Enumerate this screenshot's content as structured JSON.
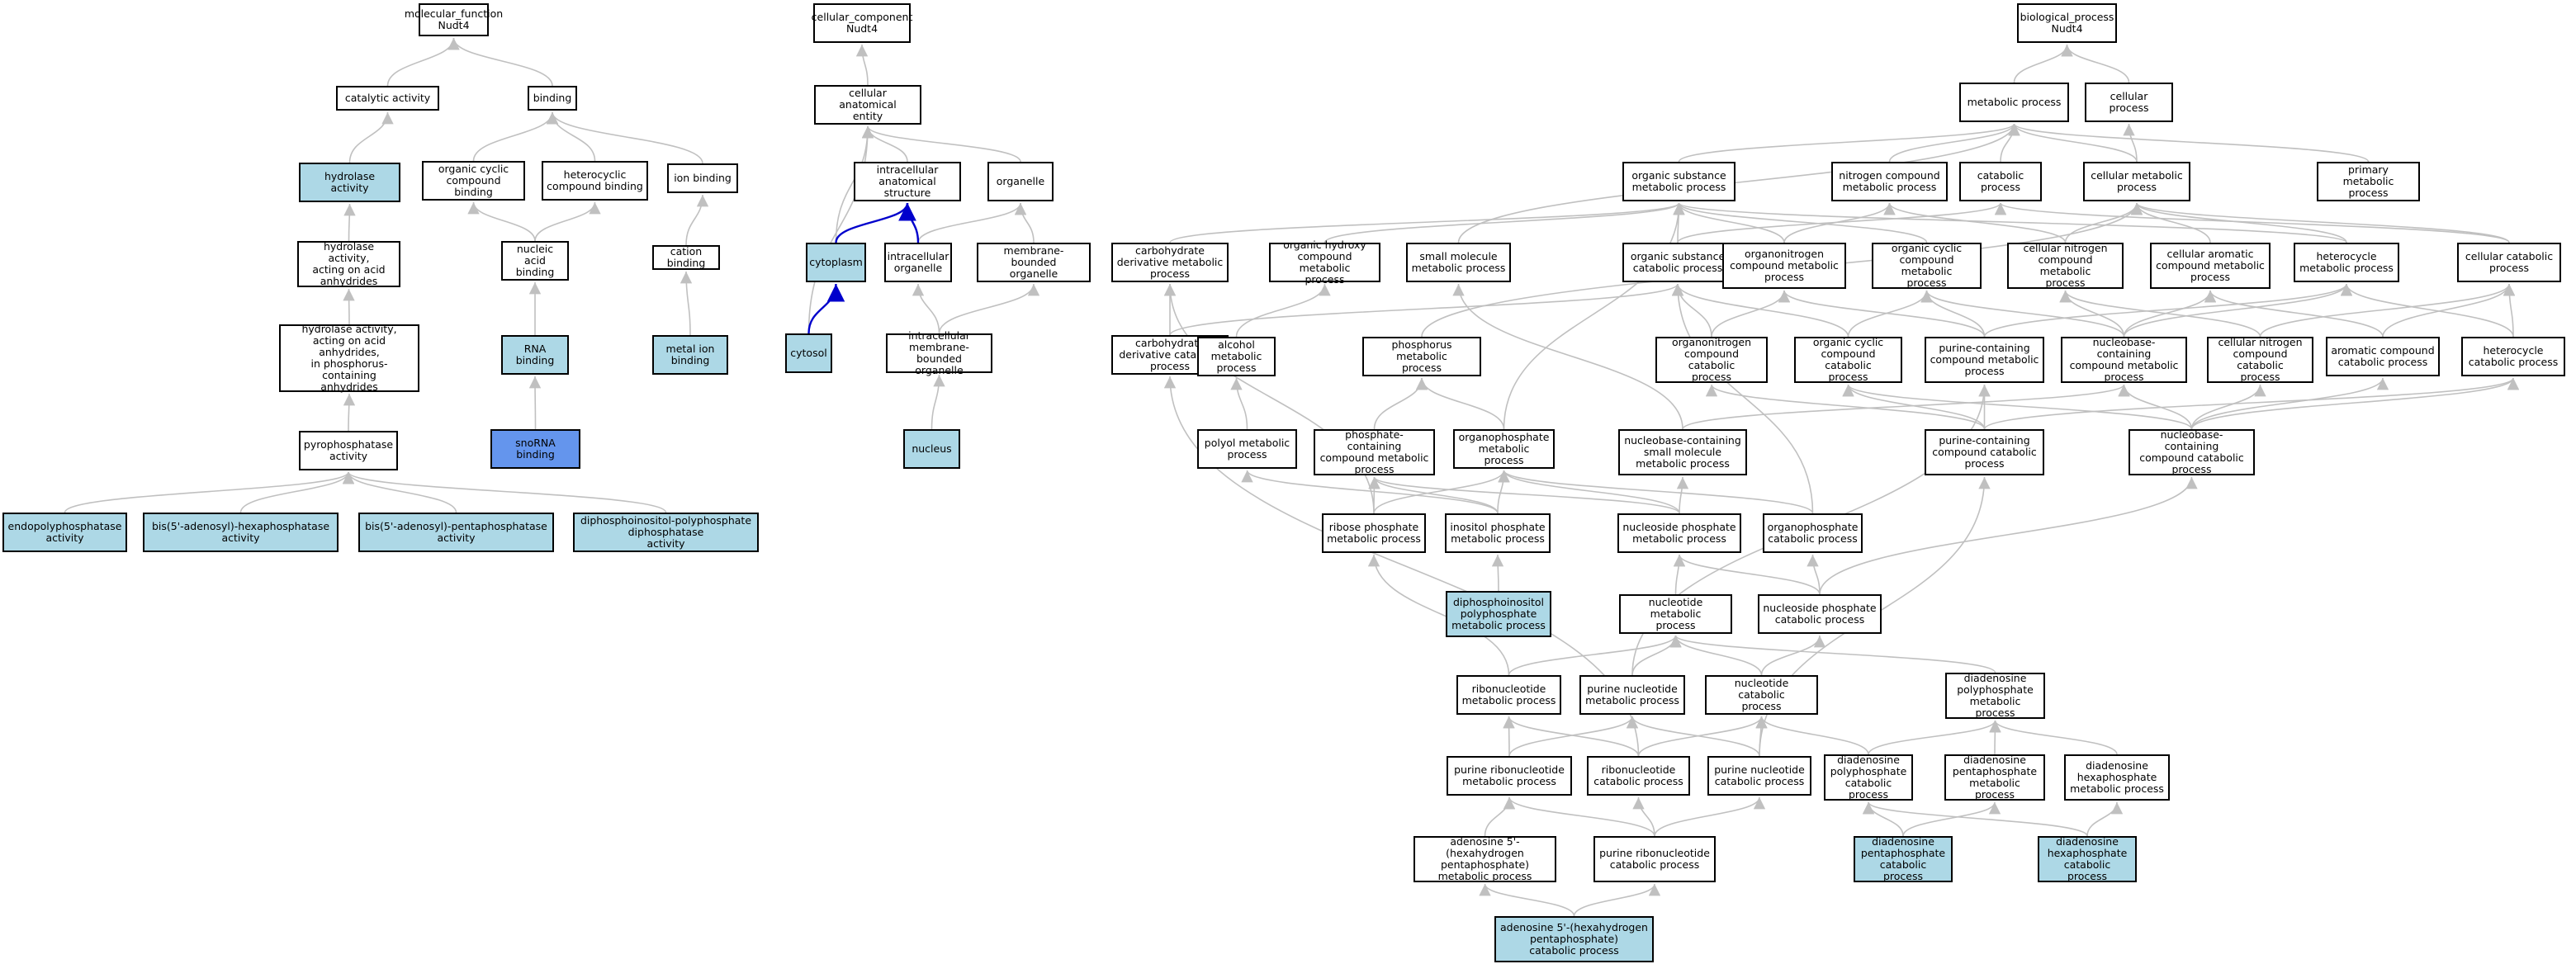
{
  "colors": {
    "annotated": "#add8e6",
    "strong": "#6495ed",
    "edge": "#c0c0c0",
    "edge_highlight": "#0000cc",
    "border": "#000000"
  },
  "nodes": [
    {
      "id": "mf",
      "label": "molecular_function\nNudt4",
      "style": "plain"
    },
    {
      "id": "catalytic",
      "label": "catalytic activity",
      "style": "plain"
    },
    {
      "id": "binding",
      "label": "binding",
      "style": "plain"
    },
    {
      "id": "hydrolase",
      "label": "hydrolase activity",
      "style": "annotated"
    },
    {
      "id": "ocbind",
      "label": "organic cyclic\ncompound binding",
      "style": "plain"
    },
    {
      "id": "hetbind",
      "label": "heterocyclic\ncompound binding",
      "style": "plain"
    },
    {
      "id": "ionbind",
      "label": "ion binding",
      "style": "plain"
    },
    {
      "id": "hydacid",
      "label": "hydrolase activity,\nacting on acid\nanhydrides",
      "style": "plain"
    },
    {
      "id": "nabind",
      "label": "nucleic acid\nbinding",
      "style": "plain"
    },
    {
      "id": "cationbind",
      "label": "cation binding",
      "style": "plain"
    },
    {
      "id": "hydphos",
      "label": "hydrolase activity,\nacting on acid\nanhydrides,\nin phosphorus-containing\nanhydrides",
      "style": "plain"
    },
    {
      "id": "rnabind",
      "label": "RNA binding",
      "style": "annotated"
    },
    {
      "id": "metalbind",
      "label": "metal ion binding",
      "style": "annotated"
    },
    {
      "id": "snorna",
      "label": "snoRNA binding",
      "style": "strong"
    },
    {
      "id": "pyro",
      "label": "pyrophosphatase\nactivity",
      "style": "plain"
    },
    {
      "id": "endopoly",
      "label": "endopolyphosphatase\nactivity",
      "style": "annotated"
    },
    {
      "id": "hexaphos",
      "label": "bis(5'-adenosyl)-hexaphosphatase\nactivity",
      "style": "annotated"
    },
    {
      "id": "pentaphos",
      "label": "bis(5'-adenosyl)-pentaphosphatase\nactivity",
      "style": "annotated"
    },
    {
      "id": "dipp",
      "label": "diphosphoinositol-polyphosphate\ndiphosphatase\nactivity",
      "style": "annotated"
    },
    {
      "id": "cc",
      "label": "cellular_component\nNudt4",
      "style": "plain"
    },
    {
      "id": "cae",
      "label": "cellular anatomical\nentity",
      "style": "plain"
    },
    {
      "id": "ias",
      "label": "intracellular\nanatomical structure",
      "style": "plain"
    },
    {
      "id": "organelle",
      "label": "organelle",
      "style": "plain"
    },
    {
      "id": "cytoplasm",
      "label": "cytoplasm",
      "style": "annotated"
    },
    {
      "id": "intorg",
      "label": "intracellular\norganelle",
      "style": "plain"
    },
    {
      "id": "mbo",
      "label": "membrane-bounded\norganelle",
      "style": "plain"
    },
    {
      "id": "cytosol",
      "label": "cytosol",
      "style": "annotated"
    },
    {
      "id": "imbo",
      "label": "intracellular\nmembrane-bounded\norganelle",
      "style": "plain"
    },
    {
      "id": "nucleus",
      "label": "nucleus",
      "style": "annotated"
    },
    {
      "id": "bp",
      "label": "biological_process\nNudt4",
      "style": "plain"
    },
    {
      "id": "metab",
      "label": "metabolic process",
      "style": "plain"
    },
    {
      "id": "cellproc",
      "label": "cellular process",
      "style": "plain"
    },
    {
      "id": "osmp",
      "label": "organic substance\nmetabolic process",
      "style": "plain"
    },
    {
      "id": "ncmp",
      "label": "nitrogen compound\nmetabolic process",
      "style": "plain"
    },
    {
      "id": "catab",
      "label": "catabolic process",
      "style": "plain"
    },
    {
      "id": "cmp",
      "label": "cellular metabolic\nprocess",
      "style": "plain"
    },
    {
      "id": "pmp",
      "label": "primary metabolic\nprocess",
      "style": "plain"
    },
    {
      "id": "cdmp",
      "label": "carbohydrate\nderivative metabolic\nprocess",
      "style": "plain"
    },
    {
      "id": "ohcmp",
      "label": "organic hydroxy\ncompound metabolic\nprocess",
      "style": "plain"
    },
    {
      "id": "smmp",
      "label": "small molecule\nmetabolic process",
      "style": "plain"
    },
    {
      "id": "oscp",
      "label": "organic substance\ncatabolic process",
      "style": "plain"
    },
    {
      "id": "onmp",
      "label": "organonitrogen\ncompound metabolic\nprocess",
      "style": "plain"
    },
    {
      "id": "occmp",
      "label": "organic cyclic\ncompound metabolic\nprocess",
      "style": "plain"
    },
    {
      "id": "cncmp",
      "label": "cellular nitrogen\ncompound metabolic\nprocess",
      "style": "plain"
    },
    {
      "id": "cacmp",
      "label": "cellular aromatic\ncompound metabolic\nprocess",
      "style": "plain"
    },
    {
      "id": "hetmp",
      "label": "heterocycle\nmetabolic process",
      "style": "plain"
    },
    {
      "id": "ccp",
      "label": "cellular catabolic\nprocess",
      "style": "plain"
    },
    {
      "id": "cdcp",
      "label": "carbohydrate\nderivative catabolic\nprocess",
      "style": "plain"
    },
    {
      "id": "almp",
      "label": "alcohol metabolic\nprocess",
      "style": "plain"
    },
    {
      "id": "phmp",
      "label": "phosphorus metabolic\nprocess",
      "style": "plain"
    },
    {
      "id": "oncp",
      "label": "organonitrogen\ncompound catabolic\nprocess",
      "style": "plain"
    },
    {
      "id": "occcp",
      "label": "organic cyclic\ncompound catabolic\nprocess",
      "style": "plain"
    },
    {
      "id": "pccmp",
      "label": "purine-containing\ncompound metabolic\nprocess",
      "style": "plain"
    },
    {
      "id": "nbcmp",
      "label": "nucleobase-containing\ncompound metabolic\nprocess",
      "style": "plain"
    },
    {
      "id": "cnccp",
      "label": "cellular nitrogen\ncompound catabolic\nprocess",
      "style": "plain"
    },
    {
      "id": "accp",
      "label": "aromatic compound\ncatabolic process",
      "style": "plain"
    },
    {
      "id": "hetcp",
      "label": "heterocycle\ncatabolic process",
      "style": "plain"
    },
    {
      "id": "polyol",
      "label": "polyol metabolic\nprocess",
      "style": "plain"
    },
    {
      "id": "phcmp",
      "label": "phosphate-containing\ncompound metabolic\nprocess",
      "style": "plain"
    },
    {
      "id": "orgphmp",
      "label": "organophosphate\nmetabolic process",
      "style": "plain"
    },
    {
      "id": "nbsmmp",
      "label": "nucleobase-containing\nsmall molecule\nmetabolic process",
      "style": "plain"
    },
    {
      "id": "pcccp",
      "label": "purine-containing\ncompound catabolic\nprocess",
      "style": "plain"
    },
    {
      "id": "nbccp",
      "label": "nucleobase-containing\ncompound catabolic\nprocess",
      "style": "plain"
    },
    {
      "id": "ribphmp",
      "label": "ribose phosphate\nmetabolic process",
      "style": "plain"
    },
    {
      "id": "inosmp",
      "label": "inositol phosphate\nmetabolic process",
      "style": "plain"
    },
    {
      "id": "nsphmp",
      "label": "nucleoside phosphate\nmetabolic process",
      "style": "plain"
    },
    {
      "id": "orgphcp",
      "label": "organophosphate\ncatabolic process",
      "style": "plain"
    },
    {
      "id": "dppimp",
      "label": "diphosphoinositol\npolyphosphate\nmetabolic process",
      "style": "annotated"
    },
    {
      "id": "nucmp",
      "label": "nucleotide metabolic\nprocess",
      "style": "plain"
    },
    {
      "id": "nsphcp",
      "label": "nucleoside phosphate\ncatabolic process",
      "style": "plain"
    },
    {
      "id": "ribnucmp",
      "label": "ribonucleotide\nmetabolic process",
      "style": "plain"
    },
    {
      "id": "purnucmp",
      "label": "purine nucleotide\nmetabolic process",
      "style": "plain"
    },
    {
      "id": "nuccp",
      "label": "nucleotide catabolic\nprocess",
      "style": "plain"
    },
    {
      "id": "dapmp",
      "label": "diadenosine\npolyphosphate\nmetabolic process",
      "style": "plain"
    },
    {
      "id": "purribmp",
      "label": "purine ribonucleotide\nmetabolic process",
      "style": "plain"
    },
    {
      "id": "ribnuccp",
      "label": "ribonucleotide\ncatabolic process",
      "style": "plain"
    },
    {
      "id": "purnuccp",
      "label": "purine nucleotide\ncatabolic process",
      "style": "plain"
    },
    {
      "id": "dapcp",
      "label": "diadenosine\npolyphosphate\ncatabolic process",
      "style": "plain"
    },
    {
      "id": "dapentmp",
      "label": "diadenosine\npentaphosphate\nmetabolic process",
      "style": "plain"
    },
    {
      "id": "dahexmp",
      "label": "diadenosine\nhexaphosphate\nmetabolic process",
      "style": "plain"
    },
    {
      "id": "a5hexmp",
      "label": "adenosine 5'-(hexahydrogen\npentaphosphate)\nmetabolic process",
      "style": "plain"
    },
    {
      "id": "purribcp",
      "label": "purine ribonucleotide\ncatabolic process",
      "style": "plain"
    },
    {
      "id": "dapentcp",
      "label": "diadenosine\npentaphosphate\ncatabolic process",
      "style": "annotated"
    },
    {
      "id": "dahexcp",
      "label": "diadenosine\nhexaphosphate\ncatabolic process",
      "style": "annotated"
    },
    {
      "id": "a5hexcp",
      "label": "adenosine 5'-(hexahydrogen\npentaphosphate)\ncatabolic process",
      "style": "annotated"
    }
  ],
  "edges": [
    [
      "catalytic",
      "mf"
    ],
    [
      "binding",
      "mf"
    ],
    [
      "hydrolase",
      "catalytic"
    ],
    [
      "ocbind",
      "binding"
    ],
    [
      "hetbind",
      "binding"
    ],
    [
      "ionbind",
      "binding"
    ],
    [
      "hydacid",
      "hydrolase"
    ],
    [
      "nabind",
      "ocbind"
    ],
    [
      "nabind",
      "hetbind"
    ],
    [
      "cationbind",
      "ionbind"
    ],
    [
      "hydphos",
      "hydacid"
    ],
    [
      "rnabind",
      "nabind"
    ],
    [
      "metalbind",
      "cationbind"
    ],
    [
      "snorna",
      "rnabind"
    ],
    [
      "pyro",
      "hydphos"
    ],
    [
      "endopoly",
      "pyro"
    ],
    [
      "hexaphos",
      "pyro"
    ],
    [
      "pentaphos",
      "pyro"
    ],
    [
      "dipp",
      "pyro"
    ],
    [
      "cae",
      "cc"
    ],
    [
      "ias",
      "cae"
    ],
    [
      "organelle",
      "cae"
    ],
    [
      "cytoplasm",
      "cae"
    ],
    [
      "cytosol",
      "cae"
    ],
    [
      "intorg",
      "organelle"
    ],
    [
      "mbo",
      "organelle"
    ],
    [
      "imbo",
      "intorg"
    ],
    [
      "imbo",
      "mbo"
    ],
    [
      "nucleus",
      "imbo"
    ],
    [
      "metab",
      "bp"
    ],
    [
      "cellproc",
      "bp"
    ],
    [
      "osmp",
      "metab"
    ],
    [
      "ncmp",
      "metab"
    ],
    [
      "catab",
      "metab"
    ],
    [
      "cmp",
      "metab"
    ],
    [
      "cmp",
      "cellproc"
    ],
    [
      "pmp",
      "metab"
    ],
    [
      "smmp",
      "metab"
    ],
    [
      "cdmp",
      "osmp"
    ],
    [
      "ohcmp",
      "osmp"
    ],
    [
      "oscp",
      "osmp"
    ],
    [
      "oscp",
      "catab"
    ],
    [
      "onmp",
      "osmp"
    ],
    [
      "onmp",
      "ncmp"
    ],
    [
      "occmp",
      "osmp"
    ],
    [
      "cncmp",
      "ncmp"
    ],
    [
      "cncmp",
      "cmp"
    ],
    [
      "cacmp",
      "cmp"
    ],
    [
      "hetmp",
      "cmp"
    ],
    [
      "ccp",
      "cmp"
    ],
    [
      "ccp",
      "catab"
    ],
    [
      "hetmp",
      "osmp"
    ],
    [
      "cdcp",
      "cdmp"
    ],
    [
      "cdcp",
      "oscp"
    ],
    [
      "almp",
      "ohcmp"
    ],
    [
      "phmp",
      "cmp"
    ],
    [
      "oncp",
      "onmp"
    ],
    [
      "oncp",
      "oscp"
    ],
    [
      "occcp",
      "occmp"
    ],
    [
      "occcp",
      "oscp"
    ],
    [
      "pccmp",
      "occmp"
    ],
    [
      "pccmp",
      "hetmp"
    ],
    [
      "pccmp",
      "onmp"
    ],
    [
      "nbcmp",
      "cncmp"
    ],
    [
      "nbcmp",
      "cacmp"
    ],
    [
      "nbcmp",
      "hetmp"
    ],
    [
      "nbcmp",
      "occmp"
    ],
    [
      "cnccp",
      "cncmp"
    ],
    [
      "cnccp",
      "ccp"
    ],
    [
      "accp",
      "cacmp"
    ],
    [
      "accp",
      "ccp"
    ],
    [
      "hetcp",
      "hetmp"
    ],
    [
      "hetcp",
      "ccp"
    ],
    [
      "polyol",
      "almp"
    ],
    [
      "phcmp",
      "phmp"
    ],
    [
      "orgphmp",
      "phmp"
    ],
    [
      "orgphmp",
      "osmp"
    ],
    [
      "nbsmmp",
      "nbcmp"
    ],
    [
      "nbsmmp",
      "smmp"
    ],
    [
      "pcccp",
      "pccmp"
    ],
    [
      "pcccp",
      "oncp"
    ],
    [
      "pcccp",
      "occcp"
    ],
    [
      "pcccp",
      "hetcp"
    ],
    [
      "nbccp",
      "nbcmp"
    ],
    [
      "nbccp",
      "cnccp"
    ],
    [
      "nbccp",
      "accp"
    ],
    [
      "nbccp",
      "hetcp"
    ],
    [
      "nbccp",
      "occcp"
    ],
    [
      "ribphmp",
      "orgphmp"
    ],
    [
      "ribphmp",
      "phcmp"
    ],
    [
      "ribphmp",
      "cdmp"
    ],
    [
      "inosmp",
      "orgphmp"
    ],
    [
      "inosmp",
      "phcmp"
    ],
    [
      "inosmp",
      "polyol"
    ],
    [
      "nsphmp",
      "orgphmp"
    ],
    [
      "nsphmp",
      "nbsmmp"
    ],
    [
      "nsphmp",
      "phcmp"
    ],
    [
      "orgphcp",
      "orgphmp"
    ],
    [
      "orgphcp",
      "oscp"
    ],
    [
      "dppimp",
      "inosmp"
    ],
    [
      "nucmp",
      "nsphmp"
    ],
    [
      "nsphcp",
      "nsphmp"
    ],
    [
      "nsphcp",
      "nbccp"
    ],
    [
      "nsphcp",
      "orgphcp"
    ],
    [
      "ribnucmp",
      "nucmp"
    ],
    [
      "ribnucmp",
      "ribphmp"
    ],
    [
      "purnucmp",
      "nucmp"
    ],
    [
      "purnucmp",
      "pccmp"
    ],
    [
      "nuccp",
      "nucmp"
    ],
    [
      "nuccp",
      "nsphcp"
    ],
    [
      "dapmp",
      "nucmp"
    ],
    [
      "purribmp",
      "ribnucmp"
    ],
    [
      "purribmp",
      "purnucmp"
    ],
    [
      "ribnuccp",
      "ribnucmp"
    ],
    [
      "ribnuccp",
      "nuccp"
    ],
    [
      "ribnuccp",
      "cdcp"
    ],
    [
      "purnuccp",
      "purnucmp"
    ],
    [
      "purnuccp",
      "nuccp"
    ],
    [
      "purnuccp",
      "pcccp"
    ],
    [
      "dapcp",
      "dapmp"
    ],
    [
      "dapcp",
      "nuccp"
    ],
    [
      "dapentmp",
      "dapmp"
    ],
    [
      "dahexmp",
      "dapmp"
    ],
    [
      "a5hexmp",
      "purribmp"
    ],
    [
      "purribcp",
      "purribmp"
    ],
    [
      "purribcp",
      "ribnuccp"
    ],
    [
      "purribcp",
      "purnuccp"
    ],
    [
      "dapentcp",
      "dapcp"
    ],
    [
      "dapentcp",
      "dapentmp"
    ],
    [
      "dahexcp",
      "dapcp"
    ],
    [
      "dahexcp",
      "dahexmp"
    ],
    [
      "a5hexcp",
      "a5hexmp"
    ],
    [
      "a5hexcp",
      "purribcp"
    ]
  ],
  "highlight_edges": [
    [
      "cytoplasm",
      "ias"
    ],
    [
      "intorg",
      "ias"
    ],
    [
      "cytosol",
      "cytoplasm"
    ]
  ]
}
